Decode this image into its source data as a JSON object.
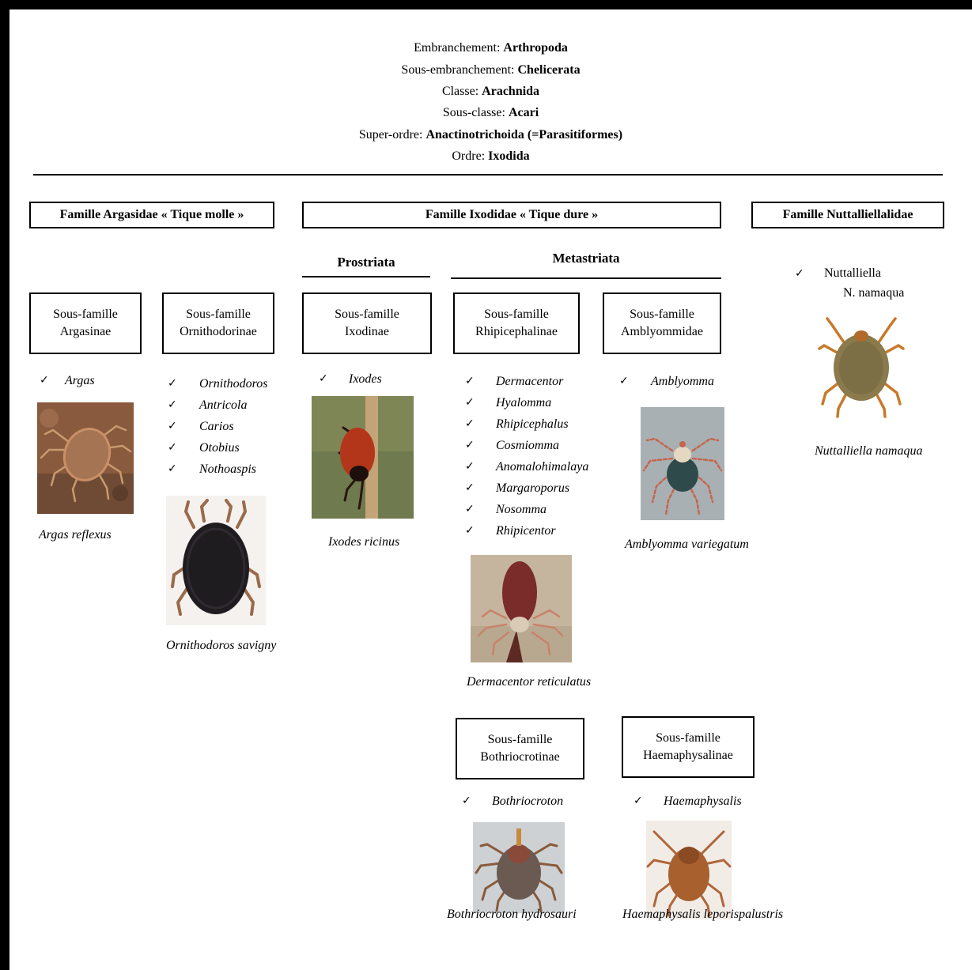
{
  "taxonomy": {
    "embranchement": {
      "label": "Embranchement: ",
      "value": "Arthropoda"
    },
    "sous_embranchement": {
      "label": "Sous-embranchement: ",
      "value": "Chelicerata"
    },
    "classe": {
      "label": "Classe: ",
      "value": "Arachnida"
    },
    "sous_classe": {
      "label": "Sous-classe: ",
      "value": "Acari"
    },
    "super_ordre": {
      "label": "Super-ordre: ",
      "value": "Anactinotrichoida (=Parasitiformes)"
    },
    "ordre": {
      "label": "Ordre: ",
      "value": "Ixodida"
    }
  },
  "families": {
    "argasidae": "Famille Argasidae  « Tique molle »",
    "ixodidae": "Famille Ixodidae « Tique dure »",
    "nuttalliellidae": "Famille Nuttalliellalidae"
  },
  "groups": {
    "prostriata": "Prostriata",
    "metastriata": "Metastriata"
  },
  "check_mark": "✓",
  "subfamilies": {
    "argasinae": {
      "line1": "Sous-famille",
      "line2": "Argasinae",
      "genera": [
        "Argas"
      ],
      "caption": "Argas reflexus"
    },
    "ornithodorinae": {
      "line1": "Sous-famille",
      "line2": "Ornithodorinae",
      "genera": [
        "Ornithodoros",
        "Antricola",
        "Carios",
        "Otobius",
        "Nothoaspis"
      ],
      "caption": "Ornithodoros savigny"
    },
    "ixodinae": {
      "line1": "Sous-famille",
      "line2": "Ixodinae",
      "genera": [
        "Ixodes"
      ],
      "caption": "Ixodes ricinus"
    },
    "rhipicephalinae": {
      "line1": "Sous-famille",
      "line2": "Rhipicephalinae",
      "genera": [
        "Dermacentor",
        "Hyalomma",
        "Rhipicephalus",
        "Cosmiomma",
        "Anomalohimalaya",
        "Margaroporus",
        "Nosomma",
        "Rhipicentor"
      ],
      "caption": "Dermacentor reticulatus"
    },
    "amblyommidae": {
      "line1": "Sous-famille",
      "line2": "Amblyommidae",
      "genera": [
        "Amblyomma"
      ],
      "caption": "Amblyomma variegatum"
    },
    "bothriocrotinae": {
      "line1": "Sous-famille",
      "line2": "Bothriocrotinae",
      "genera": [
        "Bothriocroton"
      ],
      "caption": "Bothriocroton hydrosauri"
    },
    "haemaphysalinae": {
      "line1": "Sous-famille",
      "line2": "Haemaphysalinae",
      "genera": [
        "Haemaphysalis"
      ],
      "caption": "Haemaphysalis leporispalustris"
    }
  },
  "nuttalliella": {
    "genus": "Nuttalliella",
    "species": "N. namaqua",
    "caption": "Nuttalliella namaqua"
  }
}
